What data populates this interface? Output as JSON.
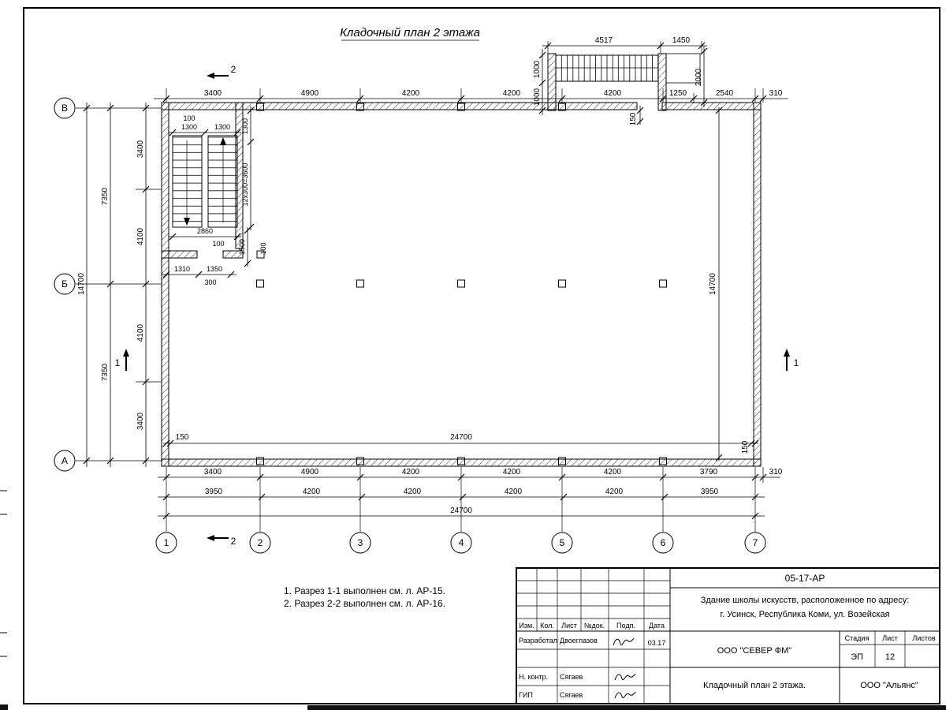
{
  "title": "Кладочный план 2 этажа",
  "axes": {
    "v": "В",
    "b": "Б",
    "a": "А",
    "n1": "1",
    "n2": "2",
    "n3": "3",
    "n4": "4",
    "n5": "5",
    "n6": "6",
    "n7": "7"
  },
  "sections": {
    "one": "1",
    "two": "2"
  },
  "dims": {
    "t1": "3400",
    "t2": "4900",
    "t3": "4200",
    "t4": "4200",
    "t5": "4200",
    "t6": "1250",
    "t7": "2540",
    "t8": "310",
    "p1": "4517",
    "p2": "1450",
    "p3": "1000",
    "p4": "1000",
    "p5": "2000",
    "p6": "150",
    "l1": "14700",
    "l2": "7350",
    "l3": "7350",
    "l4": "3400",
    "l5": "4100",
    "l6": "4100",
    "l7": "3400",
    "s1": "100",
    "s2": "1300",
    "s3": "1300",
    "s4": "1300",
    "s5": "12x300=3600",
    "s6": "2860",
    "s7": "100",
    "s8": "1500",
    "s9": "100",
    "s10": "1310",
    "s11": "1350",
    "s12": "300",
    "r1": "14700",
    "r2": "150",
    "i1": "150",
    "i2": "24700",
    "b1": "3400",
    "b2": "4900",
    "b3": "4200",
    "b4": "4200",
    "b5": "4200",
    "b6": "3790",
    "b7": "310",
    "c1": "3950",
    "c2": "4200",
    "c3": "4200",
    "c4": "4200",
    "c5": "4200",
    "c6": "3950",
    "total": "24700"
  },
  "notes": {
    "line1": "1. Разрез 1-1 выполнен см. л. АР-15.",
    "line2": "2. Разрез 2-2 выполнен см. л. АР-16."
  },
  "titleblock": {
    "code": "05-17-АР",
    "object1": "Здание школы искусств, расположенное по адресу:",
    "object2": "г. Усинск, Республика Коми, ул. Возейская",
    "h_izm": "Изм.",
    "h_kol": "Кол.",
    "h_list": "Лист",
    "h_doc": "№док.",
    "h_sign": "Подп.",
    "h_date": "Дата",
    "r1_role": "Разработал",
    "r1_name": "Двоеглазов",
    "r1_date": "03.17",
    "r2_role": "Н. контр.",
    "r2_name": "Сягаев",
    "r3_role": "ГИП",
    "r3_name": "Сягаев",
    "company": "ООО \"СЕВЕР ФМ\"",
    "stage_h": "Стадия",
    "list_h": "Лист",
    "listov_h": "Листов",
    "stage": "ЭП",
    "sheet": "12",
    "drawing": "Кладочный план 2 этажа.",
    "org": "ООО \"Альянс\""
  }
}
